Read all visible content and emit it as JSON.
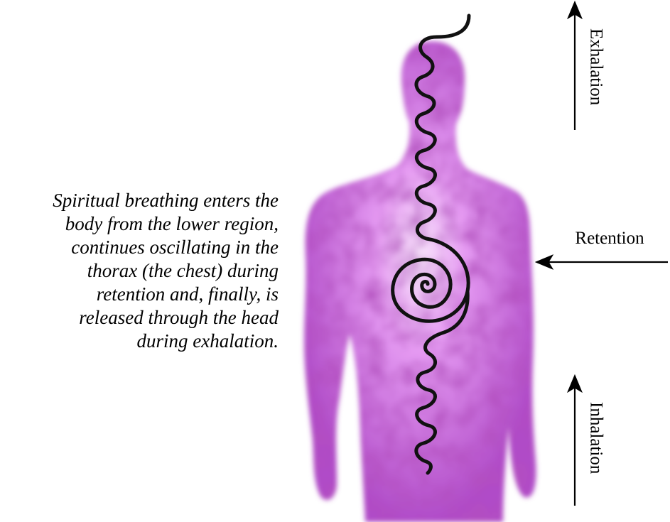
{
  "caption": "Spiritual breathing enters the\nbody from the lower region,\ncontinues oscillating in the\nthorax (the chest) during\nretention and, finally, is\nreleased through the head\nduring exhalation.",
  "labels": {
    "exhalation": "Exhalation",
    "retention": "Retention",
    "inhalation": "Inhalation"
  },
  "colors": {
    "body_light": "#ecaaf5",
    "body_mid": "#c45ad8",
    "body_dark": "#7a1f8a",
    "stroke": "#111111"
  },
  "icons": [
    "human-silhouette",
    "energy-wave-path",
    "arrow-up-icon",
    "arrow-left-icon"
  ]
}
